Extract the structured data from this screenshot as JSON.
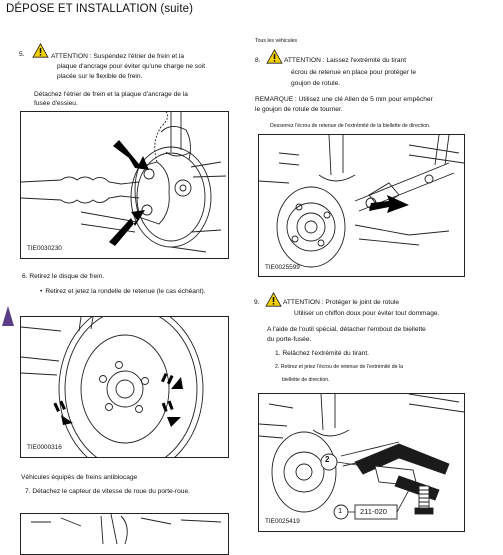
{
  "page": {
    "title": "DÉPOSE ET INSTALLATION (suite)"
  },
  "step5": {
    "number": "5.",
    "label": "ATTENTION : Suspendez l'étrier de frein et la",
    "line2": "plaque d'ancrage pour éviter qu'une charge ne soit",
    "line3": "placée sur le flexible de frein.",
    "body1": "Détachez l'étrier de frein et la plaque d'ancrage de la",
    "body2": "fusée d'essieu."
  },
  "fig1": {
    "label": "TIE0030230"
  },
  "step6": {
    "text": "6. Retirez le disque de frein.",
    "bullet": "Retirez et jetez la rondelle de retenue (le cas échéant)."
  },
  "fig2": {
    "label": "TIE0000316"
  },
  "abs_section": {
    "heading": "Véhicules équipés de freins antiblocage",
    "step7": "7. Détachez le capteur de vitesse de roue du porte-roue."
  },
  "all_vehicles": {
    "text": "Tous les véhicules"
  },
  "step8": {
    "number": "8.",
    "label": "ATTENTION : Laissez l'extrémité du tirant",
    "line2": "écrou de retenue en place pour protéger le",
    "line3": "goujon de rotule.",
    "note1": "REMARQUE : Utilisez une clé Allen de 5 mm pour empêcher",
    "note2": "le goujon de rotule de tourner.",
    "caption": "Desserrez l'écrou de retenue de l'extrémité de la biellette de direction."
  },
  "fig3": {
    "label": "TIE0025599"
  },
  "step9": {
    "number": "9.",
    "label": "ATTENTION : Protéger le joint de rotule",
    "line2": "Utiliser un chiffon doux pour éviter tout dommage.",
    "body1": "A l'aide de l'outil spécial, détacher l'embout de biellette",
    "body2": "du porte-fusée.",
    "sub1": "1. Relâchez l'extrémité du tirant.",
    "sub2a": "2. Retirez et jetez l'écrou de retenue de l'extrémité de la",
    "sub2b": "biellette de direction."
  },
  "fig4": {
    "label": "TIE0025419",
    "callout1": "1",
    "callout2": "2",
    "tool": "211-020"
  },
  "colors": {
    "warning_yellow": "#f3d000",
    "side_marker": "#5a3d86",
    "arrow": "#000000"
  }
}
